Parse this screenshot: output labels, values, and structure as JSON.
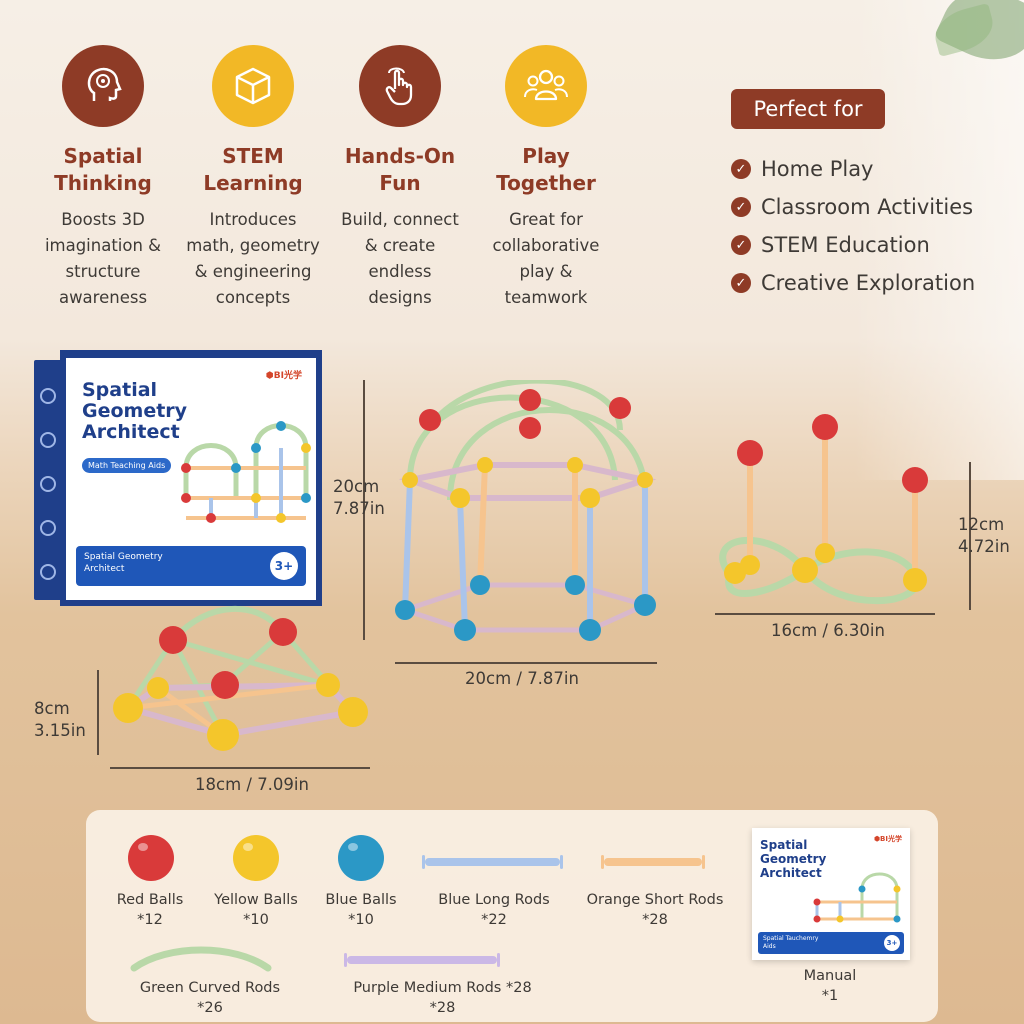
{
  "features": [
    {
      "icon": "brain-head-icon",
      "color": "#8e3b26",
      "title_line1": "Spatial",
      "title_line2": "Thinking",
      "desc": [
        "Boosts 3D",
        "imagination &",
        "structure",
        "awareness"
      ]
    },
    {
      "icon": "cube-icon",
      "color": "#f2b826",
      "title_line1": "STEM",
      "title_line2": "Learning",
      "desc": [
        "Introduces",
        "math, geometry",
        "& engineering",
        "concepts"
      ]
    },
    {
      "icon": "hand-pointer-icon",
      "color": "#8e3b26",
      "title_line1": "Hands-On",
      "title_line2": "Fun",
      "desc": [
        "Build, connect",
        "& create",
        "endless",
        "designs"
      ]
    },
    {
      "icon": "people-icon",
      "color": "#f2b826",
      "title_line1": "Play",
      "title_line2": "Together",
      "desc": [
        "Great for",
        "collaborative",
        "play &",
        "teamwork"
      ]
    }
  ],
  "perfect_for": {
    "badge": "Perfect for",
    "items": [
      "Home Play",
      "Classroom Activities",
      "STEM Education",
      "Creative Exploration"
    ]
  },
  "box": {
    "logo": "⬢BI光学",
    "title": "Spatial Geometry Architect",
    "tag": "Math Teaching Aids",
    "strip_text": "Spatial Geometry Architect",
    "age": "3+"
  },
  "dimensions": {
    "dome_height_cm": "20cm",
    "dome_height_in": "7.87in",
    "dome_width": "20cm / 7.87in",
    "loop_height_cm": "12cm",
    "loop_height_in": "4.72in",
    "loop_width": "16cm / 6.30in",
    "pyramid_height_cm": "8cm",
    "pyramid_height_in": "3.15in",
    "pyramid_width": "18cm / 7.09in"
  },
  "parts": {
    "red_balls": {
      "name": "Red Balls",
      "count": "*12",
      "color": "#d93a3a"
    },
    "yellow_balls": {
      "name": "Yellow Balls",
      "count": "*10",
      "color": "#f4c62b"
    },
    "blue_balls": {
      "name": "Blue Balls",
      "count": "*10",
      "color": "#2b98c6"
    },
    "blue_long_rods": {
      "name": "Blue Long Rods",
      "count": "*22",
      "color": "#aac4ea"
    },
    "orange_short_rods": {
      "name": "Orange Short Rods",
      "count": "*28",
      "color": "#f6c48e"
    },
    "green_curved_rods": {
      "name": "Green Curved Rods",
      "count": "*26",
      "color": "#b9d8a8"
    },
    "purple_medium_rods": {
      "name": "Purple Medium Rods *28",
      "count": "*28",
      "color": "#cbb8e6"
    },
    "manual": {
      "name": "Manual",
      "count": "*1",
      "title": "Spatial Geometry Architect",
      "logo": "⬢BI光学",
      "strip_text": "Spatial Tauchemry Aids",
      "age": "3+"
    }
  }
}
